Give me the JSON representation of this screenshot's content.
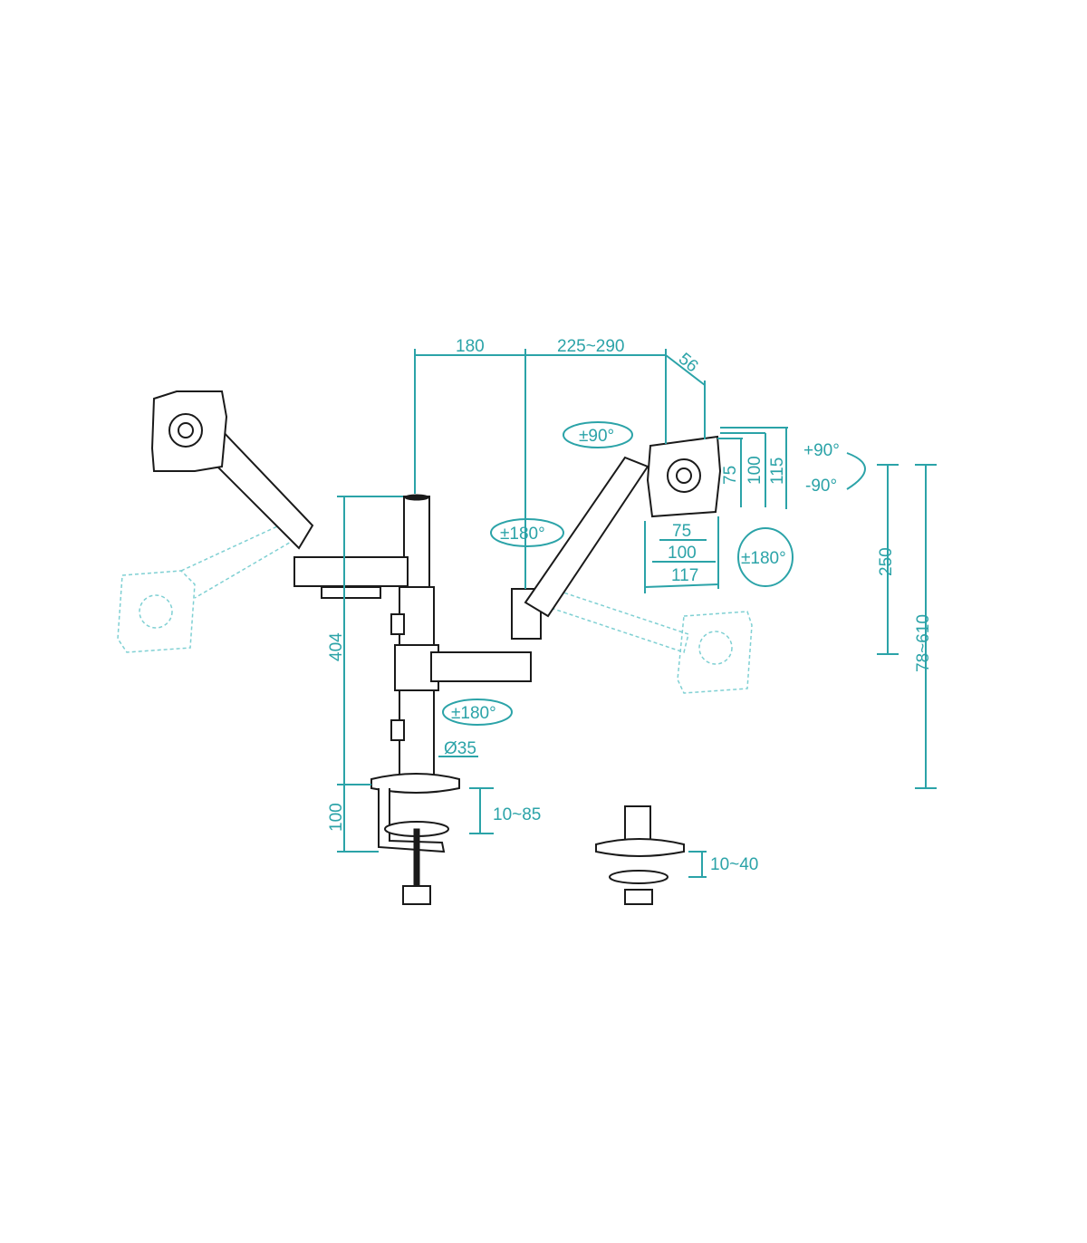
{
  "diagram": {
    "colors": {
      "dimension": "#2ba3a8",
      "part": "#1a1a1a",
      "ghost": "#7fd0d3"
    },
    "dimensions": {
      "arm1_reach": "180",
      "arm2_reach": "225~290",
      "plate_depth": "56",
      "swivel_top": "±90°",
      "tilt_up": "+90°",
      "tilt_down": "-90°",
      "vesa_v75": "75",
      "vesa_v100": "100",
      "plate_height": "115",
      "rotate_left": "±180°",
      "rotate_plate": "±180°",
      "rotate_lower": "±180°",
      "vesa_h75": "75",
      "vesa_h100": "100",
      "plate_width": "117",
      "height_adjust": "250",
      "height_range": "78~610",
      "pole_height": "404",
      "pole_diameter": "Ø35",
      "clamp_height": "100",
      "clamp_range": "10~85",
      "grommet_range": "10~40"
    }
  }
}
